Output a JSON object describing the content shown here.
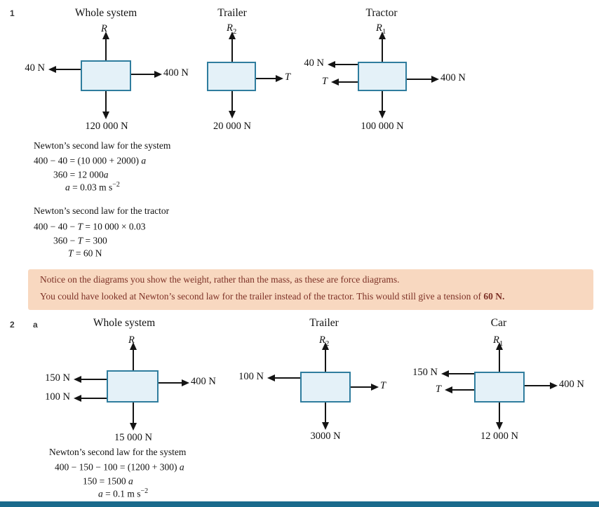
{
  "items": {
    "q1": "1",
    "q2": "2",
    "part_a": "a"
  },
  "colors": {
    "box_fill": "#e4f1f8",
    "box_border": "#2f7d9e",
    "arrow": "#141414",
    "note_bg": "#f8d8c0",
    "note_text": "#7d3126",
    "footer_bar": "#1a6a8c"
  },
  "fbd1": [
    {
      "title": "Whole system",
      "up_var": "R",
      "left1": "40 N",
      "right": "400 N",
      "down": "120 000 N"
    },
    {
      "title": "Trailer",
      "up_var": "R",
      "up_sub": "2",
      "right": "T",
      "down": "20 000 N"
    },
    {
      "title": "Tractor",
      "up_var": "R",
      "up_sub": "1",
      "left1": "40 N",
      "left2": "T",
      "right": "400 N",
      "down": "100 000 N"
    }
  ],
  "work1": {
    "heading_system": "Newton’s second law for the system",
    "system_eqs": [
      {
        "pre": "400 − 40 = (10 000 + 2000) ",
        "var": "a"
      },
      {
        "pre": "360 = 12 000",
        "var": "a"
      },
      {
        "var": "a",
        "post": " = 0.03 m s",
        "sup": "−2"
      }
    ],
    "heading_tractor": "Newton’s second law for the tractor",
    "tractor_eqs": [
      {
        "pre": "400 − 40 − ",
        "var": "T",
        "post": " = 10 000 × 0.03"
      },
      {
        "pre": "360 − ",
        "var": "T",
        "post": " = 300"
      },
      {
        "var": "T",
        "post": " = 60 N"
      }
    ]
  },
  "note": {
    "line1": "Notice on the diagrams you show the weight, rather than the mass, as these are force diagrams.",
    "line2": "You could have looked at Newton’s second law for the trailer instead of the tractor. This would still give a tension of ",
    "line2_bold": "60 N."
  },
  "fbd2": [
    {
      "title": "Whole system",
      "up_var": "R",
      "left1": "150 N",
      "left2": "100 N",
      "right": "400 N",
      "down": "15 000 N"
    },
    {
      "title": "Trailer",
      "up_var": "R",
      "up_sub": "2",
      "left1": "100 N",
      "right": "T",
      "down": "3000 N"
    },
    {
      "title": "Car",
      "up_var": "R",
      "up_sub": "1",
      "left1": "150 N",
      "left2": "T",
      "right": "400 N",
      "down": "12 000 N"
    }
  ],
  "work2": {
    "heading_system": "Newton’s second law for the system",
    "system_eqs": [
      {
        "pre": "400 − 150 − 100 = (1200 + 300) ",
        "var": "a"
      },
      {
        "pre": "150 = 1500 ",
        "var": "a"
      },
      {
        "var": "a",
        "post": " = 0.1 m s",
        "sup": "−2"
      }
    ]
  }
}
